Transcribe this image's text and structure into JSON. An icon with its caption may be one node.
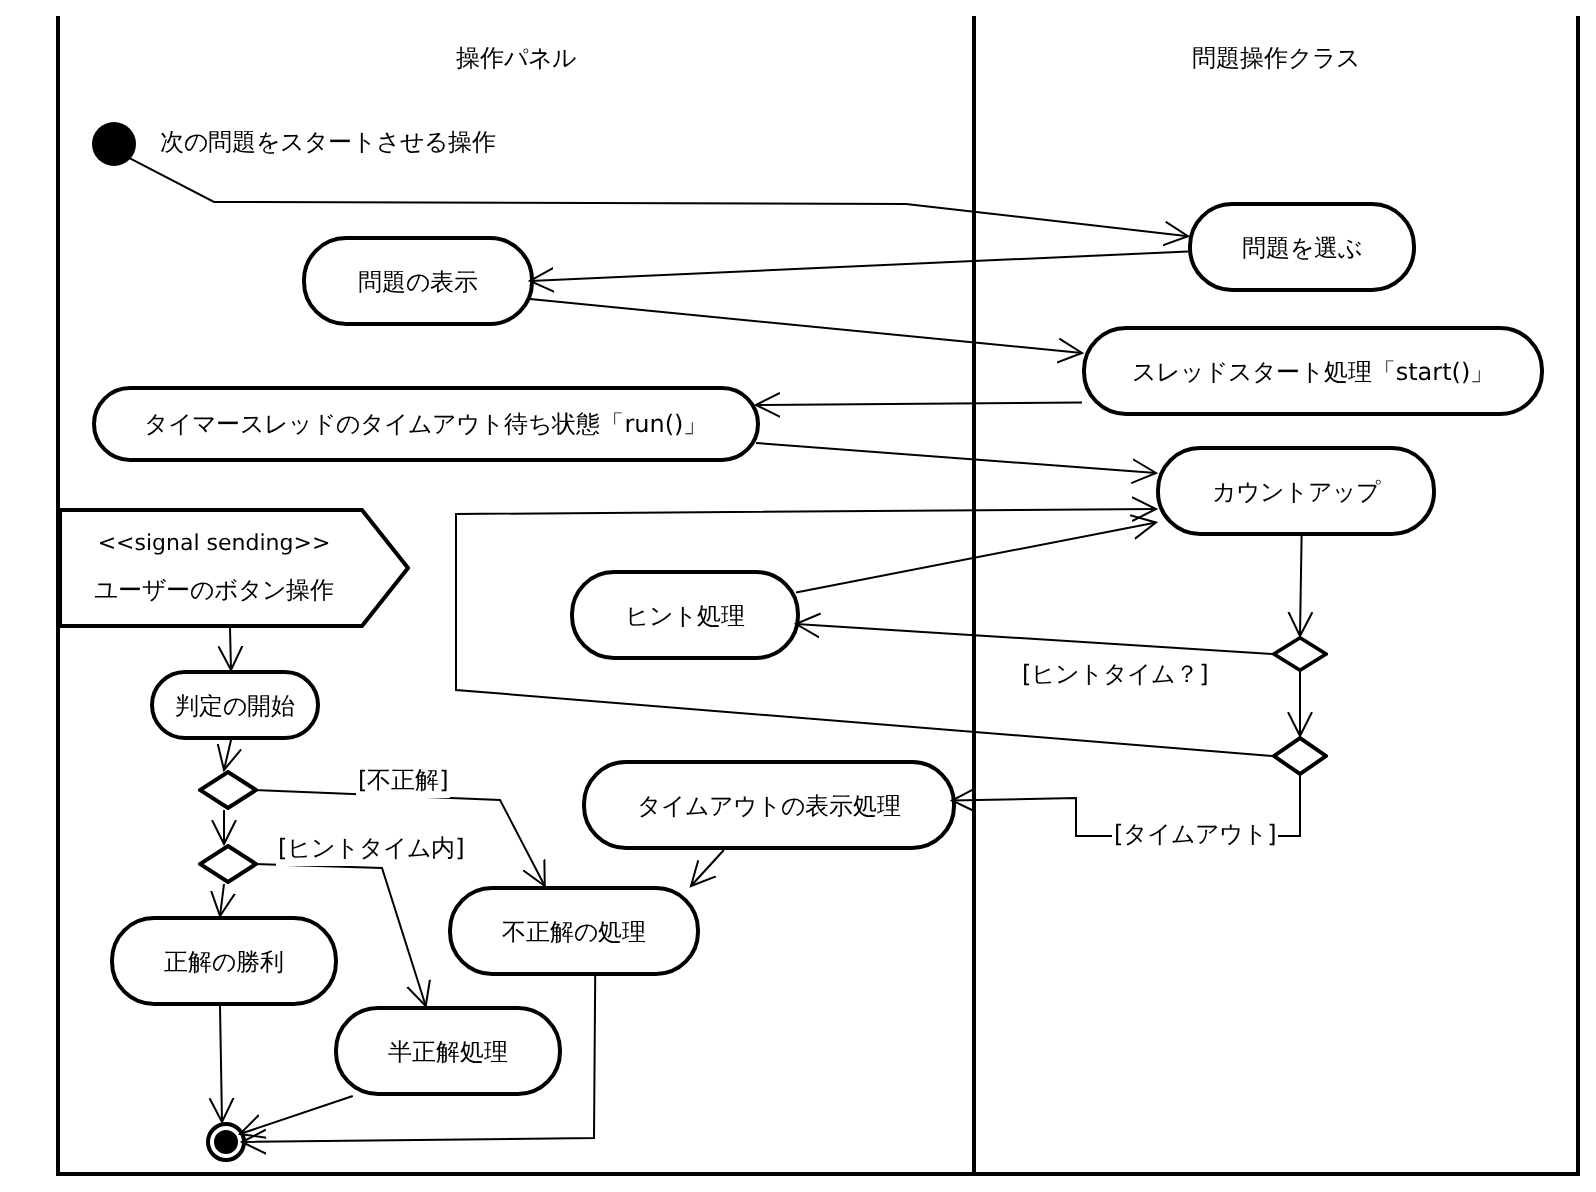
{
  "diagram": {
    "nodes": [
      {
        "text": [
          "操作パネル"
        ]
      },
      {
        "text": [
          "問題操作クラス"
        ]
      },
      {
        "text": [],
        "shape": "circle",
        "in": 0,
        "beside": [
          "次の問題をスタートさせる操作"
        ]
      },
      {
        "text": [
          "問題を選ぶ"
        ],
        "in": 1
      },
      {
        "text": [
          "問題の表示"
        ],
        "in": 0
      },
      {
        "text": [
          "スレッドスタート処理「start()」"
        ],
        "in": 1
      },
      {
        "text": [
          "タイマースレッドのタイムアウト待ち状態「run()」"
        ],
        "in": 0
      },
      {
        "text": [
          "カウントアップ"
        ],
        "in": 1
      },
      {
        "text": [
          "<<signal sending>>",
          "ユーザーのボタン操作"
        ],
        "in": 0
      },
      {
        "text": [
          "ヒント処理"
        ],
        "in": 0
      },
      {
        "text": [
          "判定の開始"
        ],
        "in": 0
      },
      {
        "text": [],
        "shape": "diamond",
        "in": 1
      },
      {
        "text": [],
        "shape": "diamond",
        "in": 1
      },
      {
        "text": [
          "タイムアウトの表示処理"
        ],
        "in": 0
      },
      {
        "text": [],
        "shape": "diamond",
        "in": 0
      },
      {
        "text": [],
        "shape": "diamond",
        "in": 0
      },
      {
        "text": [
          "不正解の処理"
        ],
        "in": 0
      },
      {
        "text": [
          "正解の勝利"
        ],
        "in": 0
      },
      {
        "text": [
          "半正解処理"
        ],
        "in": 0
      },
      {
        "text": [],
        "shape": "bullseye",
        "in": 0
      }
    ],
    "edges": [
      {
        "from": 2,
        "to": 3,
        "arrow": "to"
      },
      {
        "from": 3,
        "to": 4,
        "arrow": "to"
      },
      {
        "from": 4,
        "to": 5,
        "arrow": "to"
      },
      {
        "from": 5,
        "to": 6,
        "arrow": "to"
      },
      {
        "from": 6,
        "to": 7,
        "arrow": "to"
      },
      {
        "from": 7,
        "to": 11,
        "arrow": "to"
      },
      {
        "from": 11,
        "to": 9,
        "arrow": "to",
        "label": "[ヒントタイム？]"
      },
      {
        "from": 9,
        "to": 7,
        "arrow": "to"
      },
      {
        "from": 11,
        "to": 12,
        "arrow": "to"
      },
      {
        "from": 12,
        "to": 7,
        "arrow": "to"
      },
      {
        "from": 12,
        "to": 13,
        "arrow": "to",
        "label": "[タイムアウト]"
      },
      {
        "from": 13,
        "to": 16,
        "arrow": "to"
      },
      {
        "from": 8,
        "to": 10,
        "arrow": "to"
      },
      {
        "from": 10,
        "to": 14,
        "arrow": "to"
      },
      {
        "from": 14,
        "to": 16,
        "arrow": "to",
        "label": "[不正解]"
      },
      {
        "from": 14,
        "to": 15,
        "arrow": "to"
      },
      {
        "from": 15,
        "to": 17,
        "arrow": "to"
      },
      {
        "from": 15,
        "to": 18,
        "arrow": "to",
        "label": "[ヒントタイム内]"
      },
      {
        "from": 17,
        "to": 19,
        "arrow": "to"
      },
      {
        "from": 18,
        "to": 19,
        "arrow": "to"
      },
      {
        "from": 16,
        "to": 19,
        "arrow": "to"
      }
    ]
  }
}
